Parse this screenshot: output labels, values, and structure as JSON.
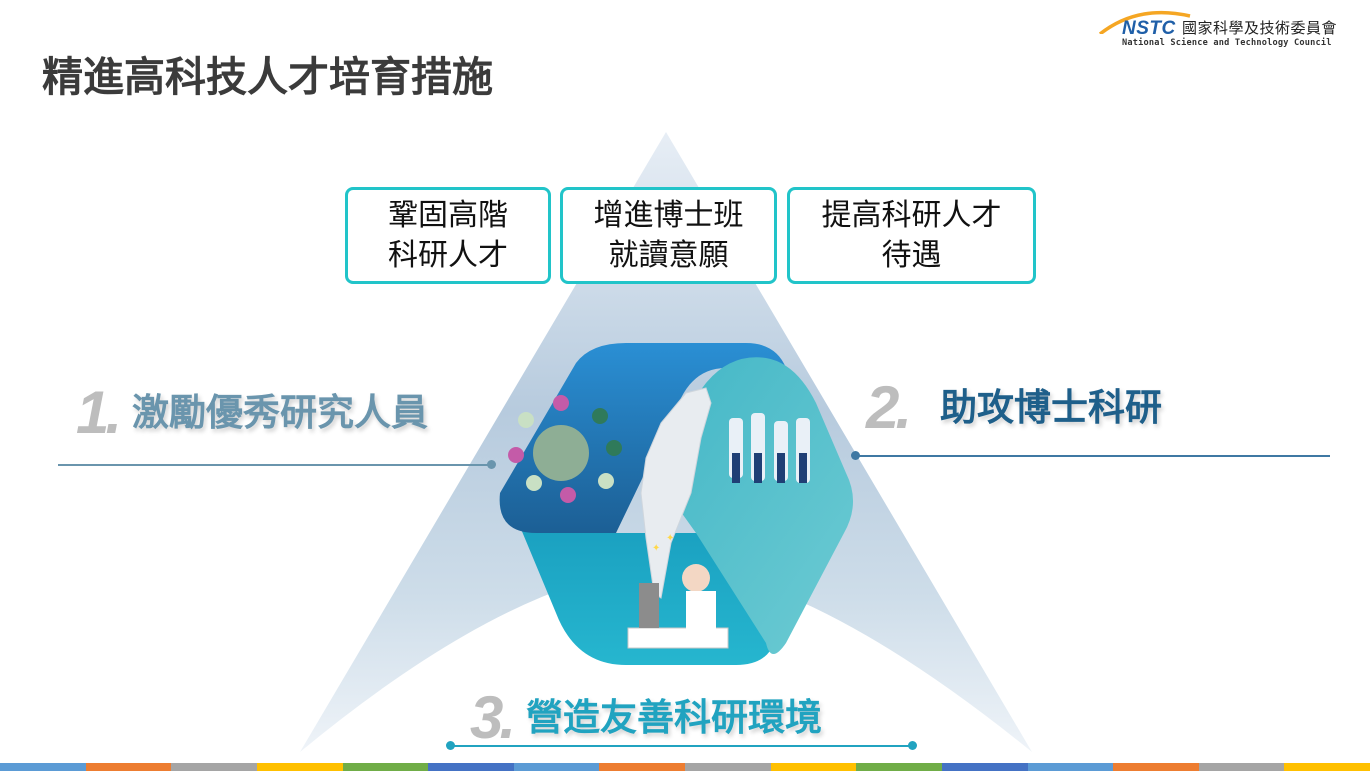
{
  "logo": {
    "acronym": "NSTC",
    "name_zh": "國家科學及技術委員會",
    "name_en": "National Science and Technology Council",
    "arc_color": "#f5a623",
    "acronym_color": "#1f5fa8"
  },
  "page": {
    "title": "精進高科技人才培育措施"
  },
  "top_boxes": [
    {
      "line1": "鞏固高階",
      "line2": "科研人才"
    },
    {
      "line1": "增進博士班",
      "line2": "就讀意願"
    },
    {
      "line1": "提高科研人才",
      "line2": "待遇"
    }
  ],
  "items": [
    {
      "number": "1.",
      "label": "激勵優秀研究人員",
      "color": "#6a95ad"
    },
    {
      "number": "2.",
      "label": "助攻博士科研",
      "color": "#1e5f8a"
    },
    {
      "number": "3.",
      "label": "營造友善科研環境",
      "color": "#21a3c0"
    }
  ],
  "center_graphic": {
    "segments": [
      {
        "name": "global-researchers-network",
        "color": "#2a87c9"
      },
      {
        "name": "doctoral-scientists-group",
        "color": "#4fc0c9"
      },
      {
        "name": "lab-research-environment",
        "color": "#1aa7c4"
      }
    ],
    "center_icon": "taiwan-map"
  },
  "bottom_bar": {
    "colors": [
      "#5b9bd5",
      "#ed7d31",
      "#a5a5a5",
      "#ffc000",
      "#70ad47",
      "#4472c4",
      "#5b9bd5",
      "#ed7d31",
      "#a5a5a5",
      "#ffc000",
      "#70ad47",
      "#4472c4",
      "#5b9bd5",
      "#ed7d31",
      "#a5a5a5",
      "#ffc000"
    ]
  }
}
